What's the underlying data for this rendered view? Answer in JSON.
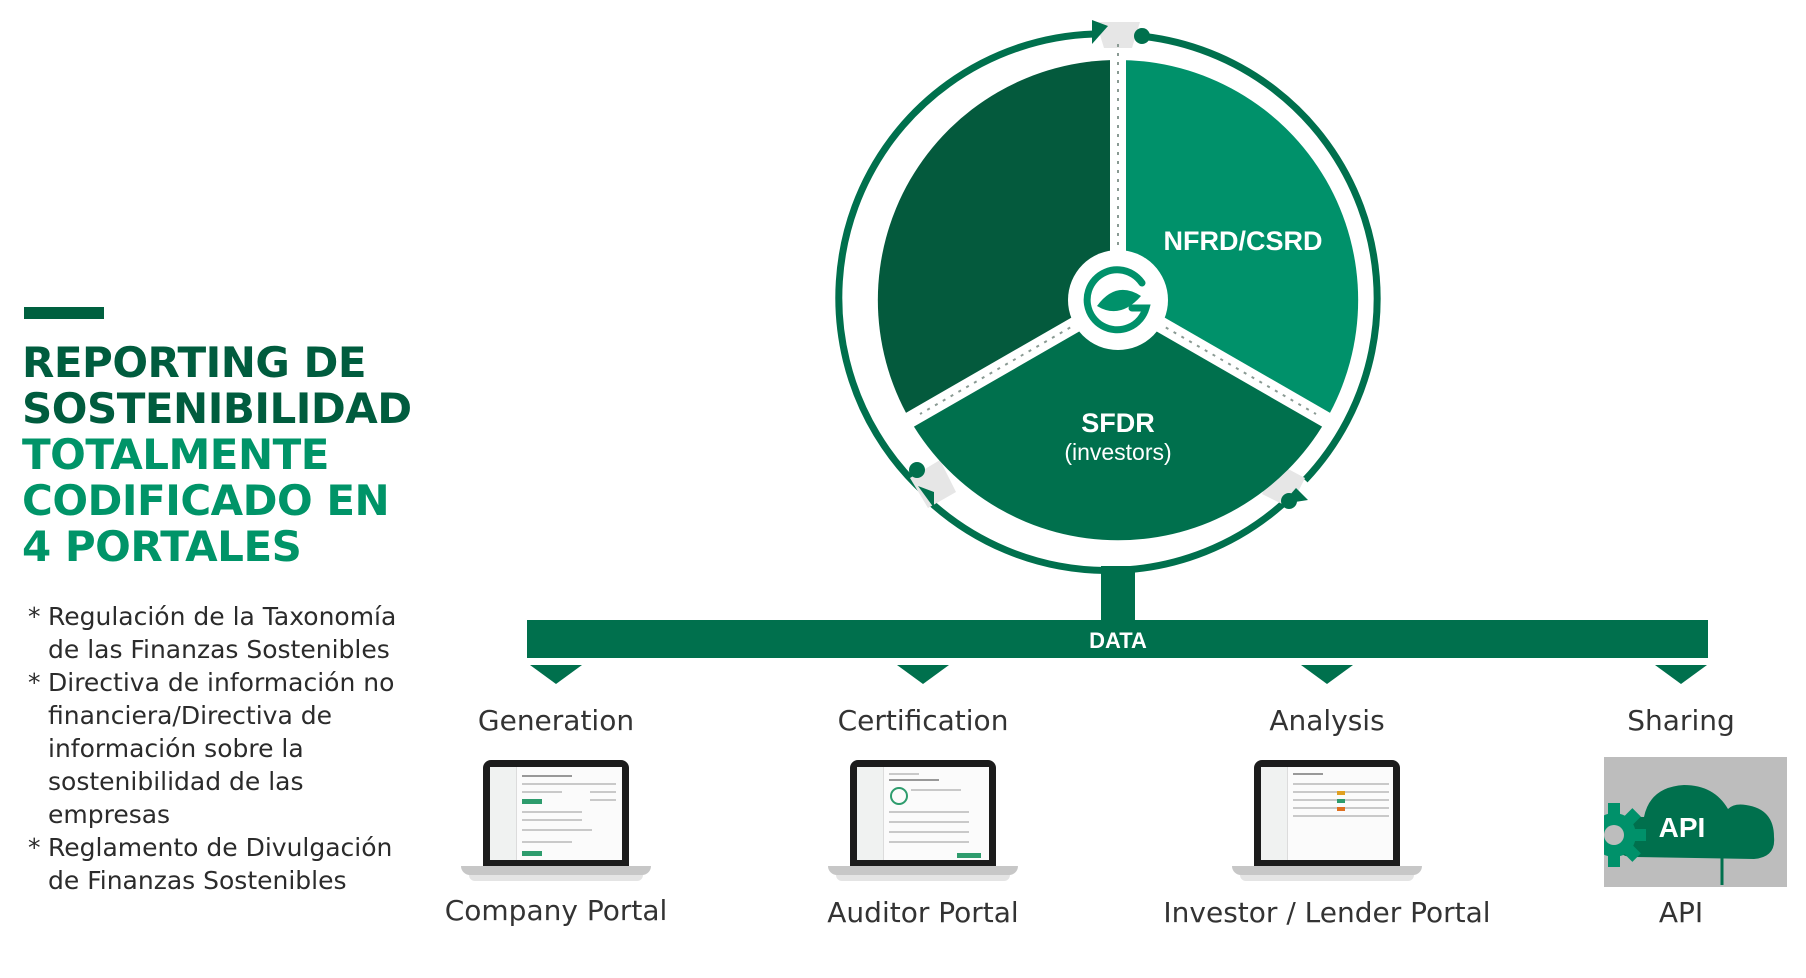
{
  "heading": {
    "line1": "REPORTING DE",
    "line2": "SOSTENIBILIDAD",
    "line3": "TOTALMENTE",
    "line4": "CODIFICADO EN",
    "line5": "4 PORTALES"
  },
  "bullets": [
    "Regulación de la Taxonomía de las Finanzas Sostenibles",
    "Directiva de información no financiera/Directiva de información sobre la sostenibilidad de las empresas",
    "Reglamento de Divulgación de Finanzas Sostenibles"
  ],
  "circle": {
    "segment_right": "NFRD/CSRD",
    "segment_bottom_title": "SFDR",
    "segment_bottom_sub": "(investors)"
  },
  "data_bar": {
    "label": "DATA"
  },
  "stages": [
    {
      "label": "Generation",
      "portal": "Company Portal"
    },
    {
      "label": "Certification",
      "portal": "Auditor Portal"
    },
    {
      "label": "Analysis",
      "portal": "Investor / Lender Portal"
    },
    {
      "label": "Sharing",
      "portal": "API"
    }
  ],
  "api_icon": {
    "text": "API"
  },
  "colors": {
    "dark_green": "#005c3e",
    "mid_green": "#00603f",
    "bright_green": "#009468",
    "segment_dark": "#045a3d",
    "segment_mid": "#00704d",
    "segment_light": "#00916a"
  }
}
